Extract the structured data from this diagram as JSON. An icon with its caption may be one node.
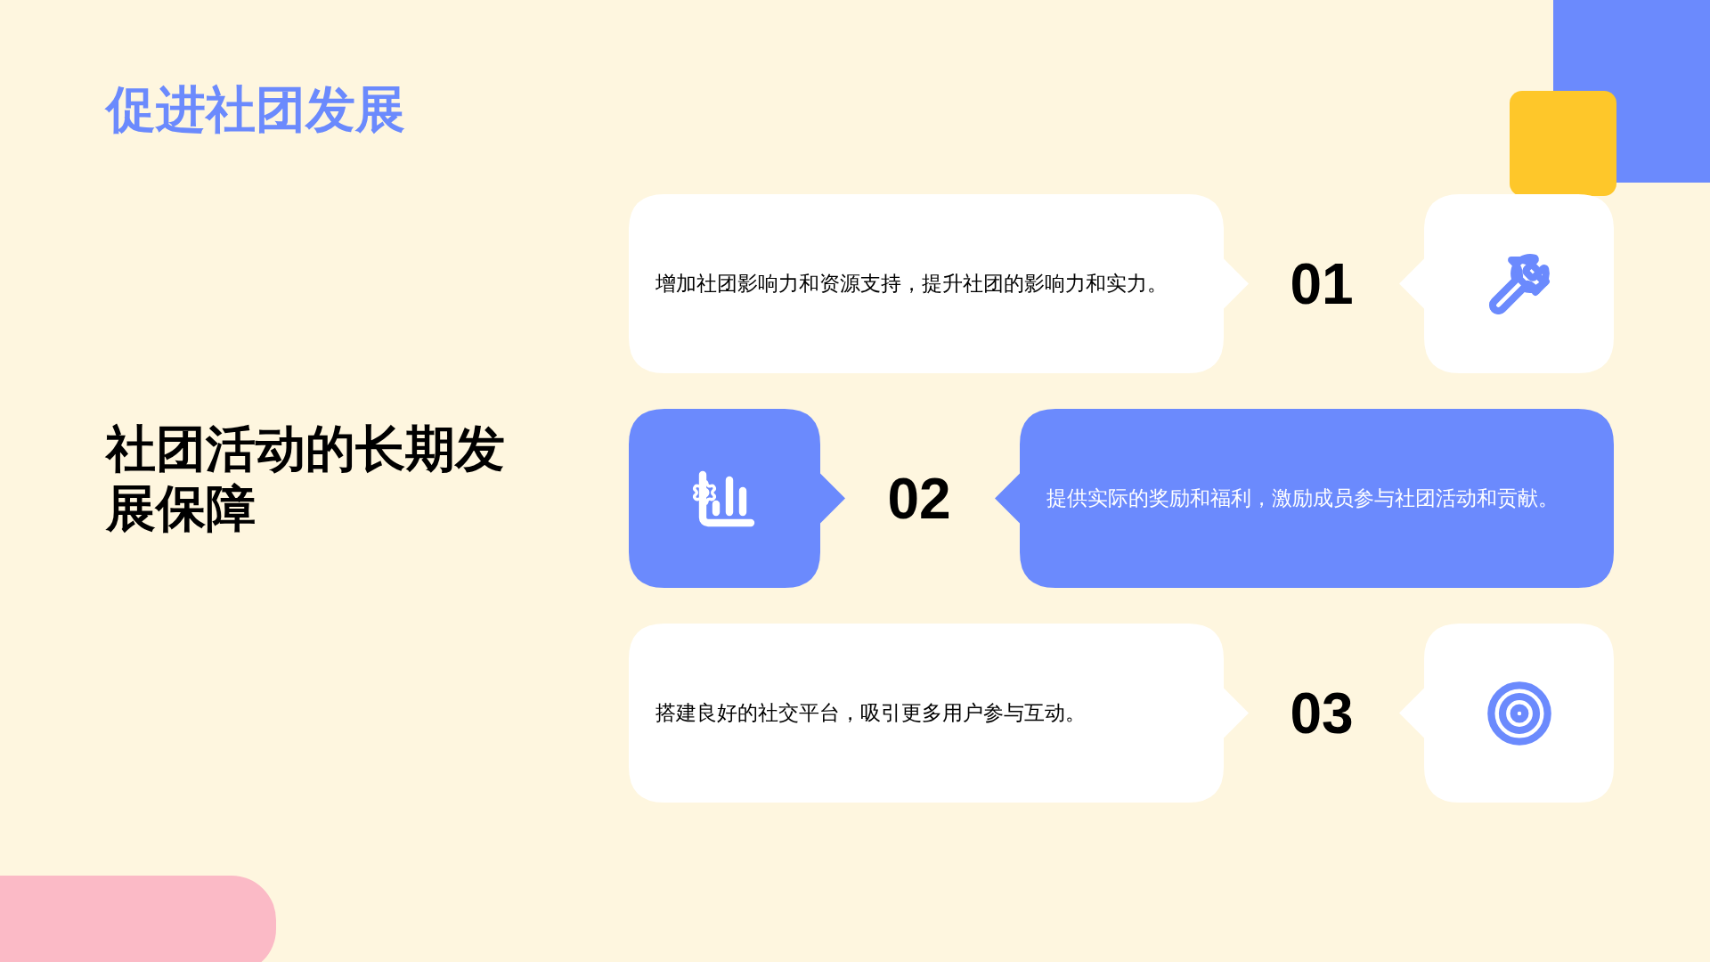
{
  "diagram": {
    "title": "促进社团发展",
    "nodes": [
      {
        "text": [
          "增加社团影响力和资源支持，提升社团的影响力和实力。"
        ]
      },
      {
        "text": [],
        "shape": "box"
      },
      {
        "text": [],
        "shape": "box"
      },
      {
        "text": [
          "提供实际的奖励和福利，激励成员参与社团活动和贡献。"
        ]
      },
      {
        "text": [
          "搭建良好的社交平台，吸引更多用户参与互动。"
        ]
      },
      {
        "text": [],
        "shape": "box"
      }
    ],
    "edges": [],
    "labels": [
      "社团活动的长期发展保障",
      "01",
      "02",
      "03"
    ]
  }
}
